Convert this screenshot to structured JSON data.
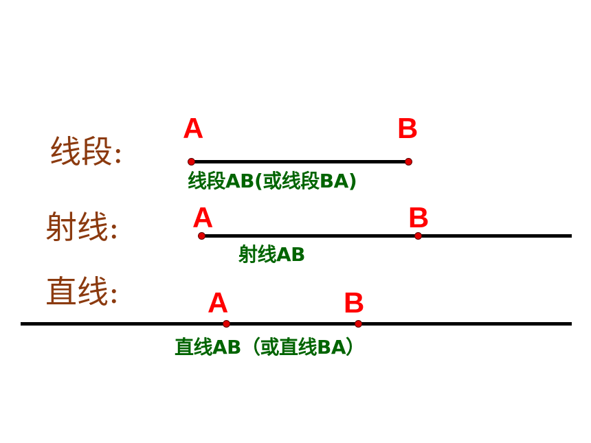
{
  "colors": {
    "title": "#8B3A0F",
    "point_label": "#FF0000",
    "caption": "#006400",
    "line": "#000000",
    "dot": "#E00000"
  },
  "segment": {
    "title": "线段:",
    "point_a": "A",
    "point_b": "B",
    "caption": "线段AB(或线段BA)"
  },
  "ray": {
    "title": "射线:",
    "point_a": "A",
    "point_b": "B",
    "caption": "射线AB"
  },
  "line": {
    "title": "直线:",
    "point_a": "A",
    "point_b": "B",
    "caption": "直线AB（或直线BA）"
  }
}
